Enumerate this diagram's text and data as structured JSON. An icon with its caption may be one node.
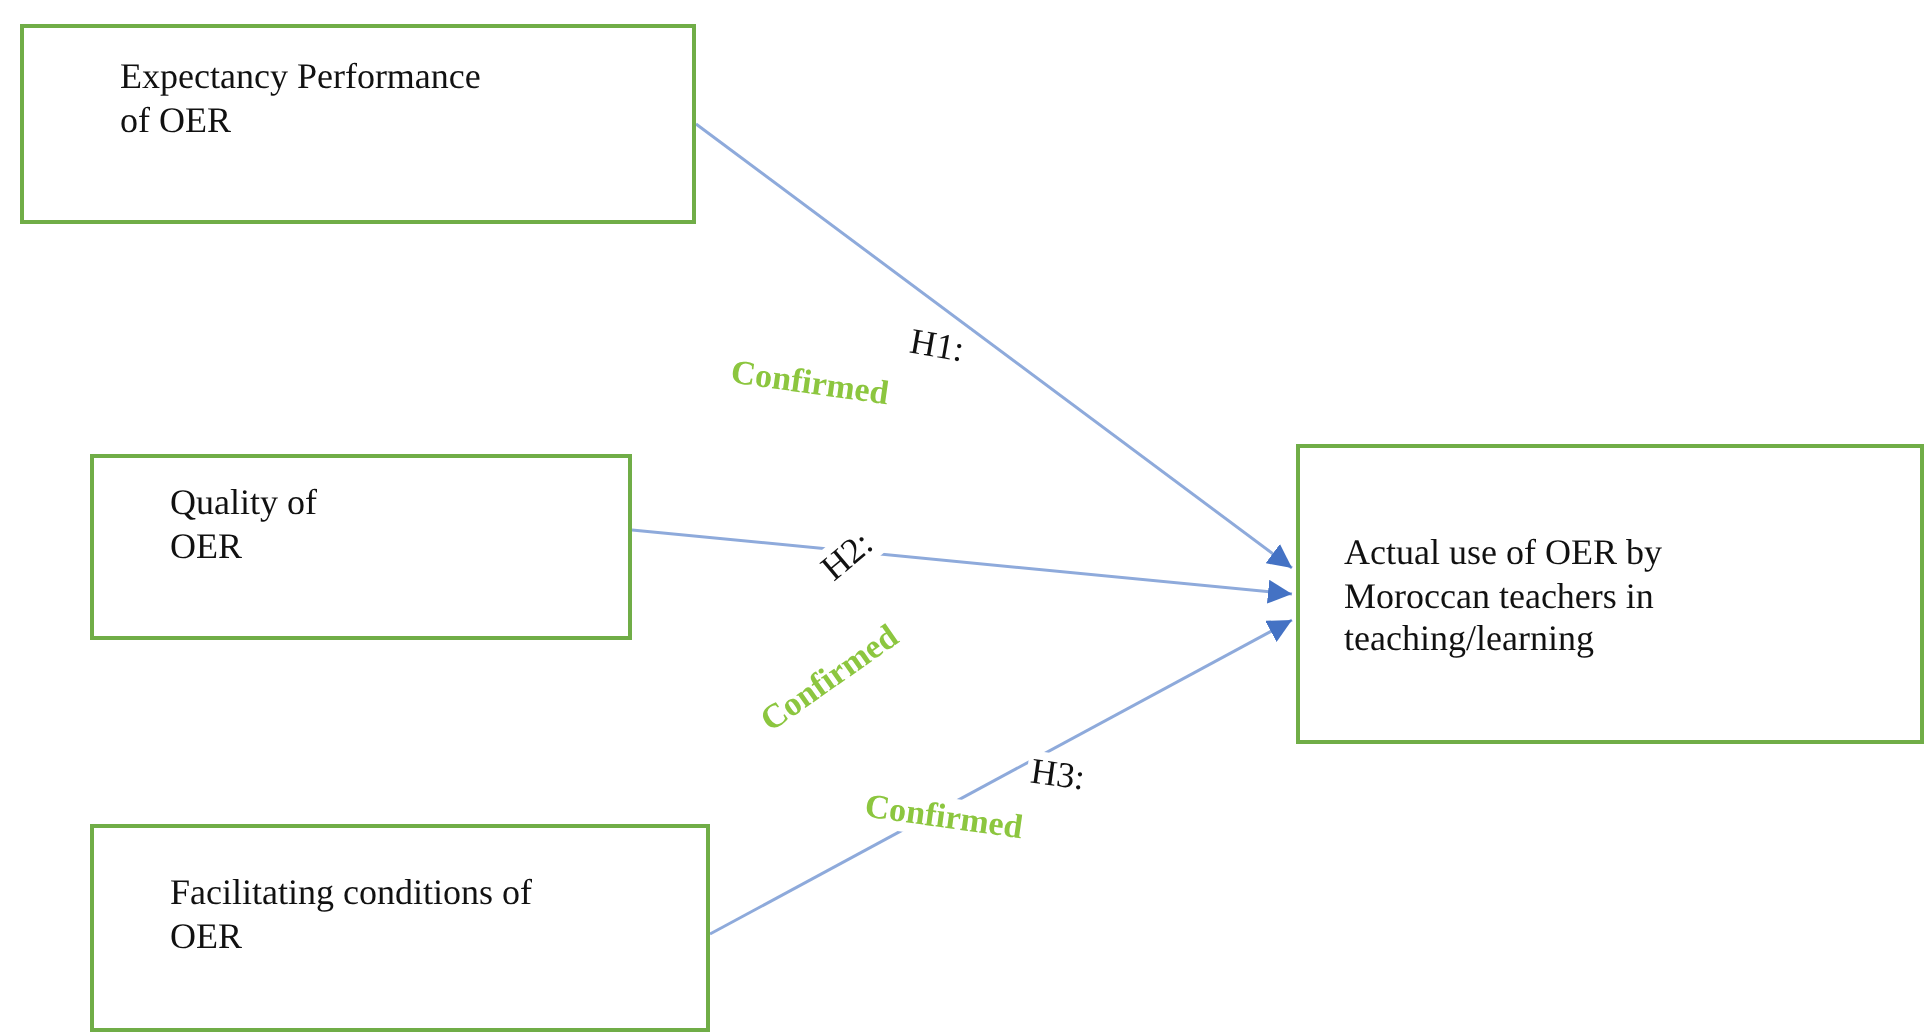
{
  "diagram": {
    "nodes": [
      {
        "text": [
          "Expectancy Performance of OER"
        ]
      },
      {
        "text": [
          "Quality of OER"
        ]
      },
      {
        "text": [
          "Facilitating conditions of OER"
        ]
      },
      {
        "text": [
          "Actual use of OER by Moroccan teachers in teaching/learning"
        ]
      }
    ],
    "edges": [
      {
        "from": 0,
        "to": 3,
        "arrow": "to",
        "label": "H1:"
      },
      {
        "from": 1,
        "to": 3,
        "arrow": "to",
        "label": "H2:"
      },
      {
        "from": 2,
        "to": 3,
        "arrow": "to",
        "label": "H3:"
      }
    ],
    "labels": [
      "Confirmed",
      "Confirmed",
      "Confirmed"
    ]
  }
}
